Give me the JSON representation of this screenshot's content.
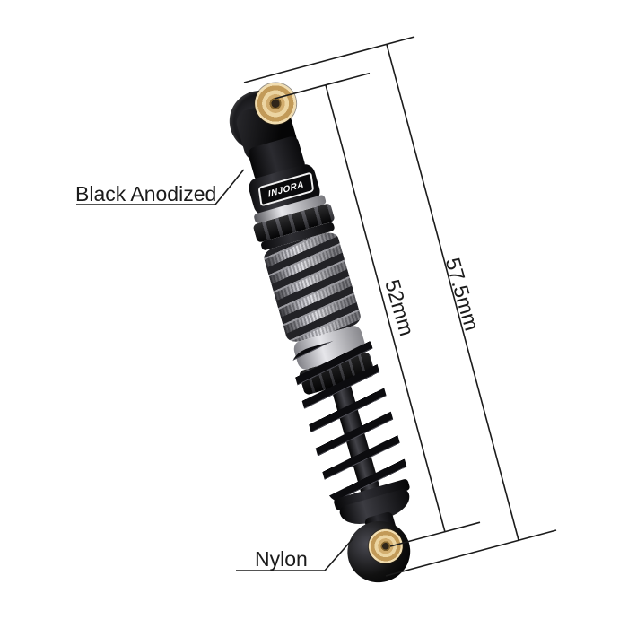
{
  "diagram": {
    "brand": {
      "logo_text": "INJORA"
    },
    "labels": {
      "top_material": "Black Anodized",
      "bottom_material": "Nylon"
    },
    "dimensions": {
      "shock_body_length": "52mm",
      "overall_length": "57.5mm"
    },
    "colors": {
      "line": "#1b1b1b",
      "text": "#1b1b1b",
      "brass": "#c9a260",
      "black_anodized": "#0c0c0e",
      "silver": "#c9c9cd",
      "background": "#ffffff"
    }
  }
}
